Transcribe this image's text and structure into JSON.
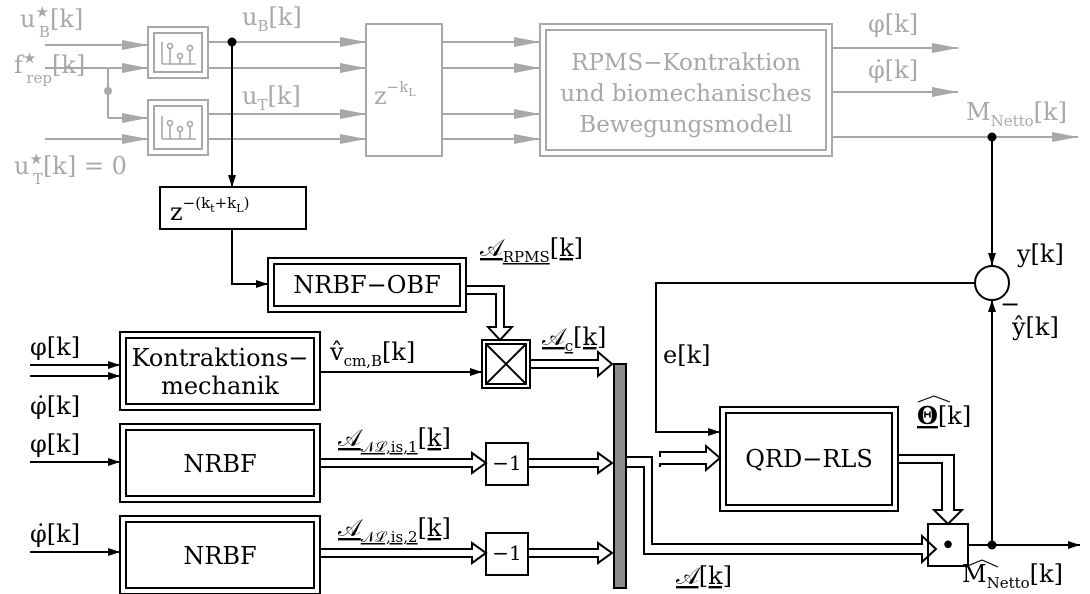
{
  "colors": {
    "ink": "#000000",
    "faded": "#a8a8a8",
    "bar": "#8c8c8c"
  },
  "inputs": {
    "uB_star": [
      "u",
      "★",
      "B",
      "[k]"
    ],
    "f_rep_star": [
      "f",
      "★",
      "rep",
      "[k]"
    ],
    "uT_star": [
      "u",
      "★",
      "T",
      "[k] = 0"
    ],
    "phi_1": "φ[k]",
    "phidot_1": "φ̇[k]",
    "phi_2": "φ[k]",
    "phidot_2": "φ̇[k]"
  },
  "signals": {
    "uB": [
      "u",
      "B",
      "[k]"
    ],
    "uT": [
      "u",
      "T",
      "[k]"
    ],
    "phi": "φ[k]",
    "phidot": "φ̇[k]",
    "M_netto": [
      "M",
      "Netto",
      "[k]"
    ],
    "y": "y[k]",
    "y_hat": "ŷ[k]",
    "minus": "−",
    "e": "e[k]",
    "A_rpms": [
      "𝒜",
      "RPMS",
      "[k]"
    ],
    "A_c": [
      "𝒜",
      "c",
      "[k]"
    ],
    "v_cm": [
      "v̂",
      "cm,B",
      "[k]"
    ],
    "A_nl1": [
      "𝒜",
      "𝒩ℒ,is,1",
      "[k]"
    ],
    "A_nl2": [
      "𝒜",
      "𝒩ℒ,is,2",
      "[k]"
    ],
    "theta": "Θ",
    "theta_suffix": "[k]",
    "A": "𝒜[k]",
    "M_hat": [
      "M",
      "Netto",
      "[k]"
    ]
  },
  "blocks": {
    "delay_L": {
      "base": "z",
      "exp": "−k",
      "exp_sub": "L"
    },
    "delay_tL": {
      "base": "z",
      "exp": "−(k",
      "exp_sub1": "t",
      "exp_mid": "+k",
      "exp_sub2": "L",
      "exp_end": ")"
    },
    "rpms_model": [
      "RPMS−Kontraktion",
      "und biomechanisches",
      "Bewegungsmodell"
    ],
    "nrbf_obf": "NRBF−OBF",
    "kontraktion": [
      "Kontraktions−",
      "mechanik"
    ],
    "nrbf_1": "NRBF",
    "nrbf_2": "NRBF",
    "gain_1": "−1",
    "gain_2": "−1",
    "qrd_rls": "QRD−RLS",
    "product": "•"
  }
}
